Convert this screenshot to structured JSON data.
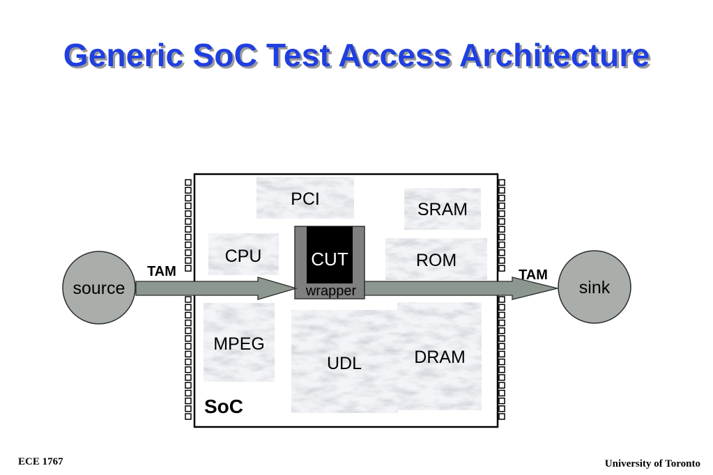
{
  "title": "Generic SoC Test Access Architecture",
  "footer": {
    "course": "ECE 1767",
    "university": "University of Toronto"
  },
  "diagram": {
    "soc_label": "SoC",
    "source_label": "source",
    "sink_label": "sink",
    "tam_left_label": "TAM",
    "tam_right_label": "TAM",
    "cut_label": "CUT",
    "wrapper_label": "wrapper",
    "cores": {
      "pci": "PCI",
      "sram": "SRAM",
      "cpu": "CPU",
      "rom": "ROM",
      "mpeg": "MPEG",
      "udl": "UDL",
      "dram": "DRAM"
    }
  }
}
